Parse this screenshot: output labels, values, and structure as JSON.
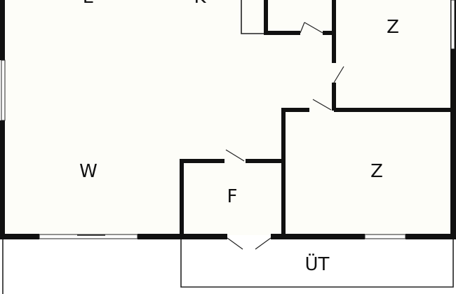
{
  "plan": {
    "colors": {
      "background": "#ffffff",
      "floor": "#fdfdf8",
      "wall": "#111111"
    },
    "rooms": [
      {
        "id": "living",
        "label": "W"
      },
      {
        "id": "bedroom_top",
        "label": "Z"
      },
      {
        "id": "bedroom_bottom",
        "label": "Z"
      },
      {
        "id": "bathroom",
        "label": "F"
      },
      {
        "id": "terrace",
        "label": "ÜT"
      }
    ],
    "partial_labels_top": [
      "E",
      "K"
    ]
  }
}
